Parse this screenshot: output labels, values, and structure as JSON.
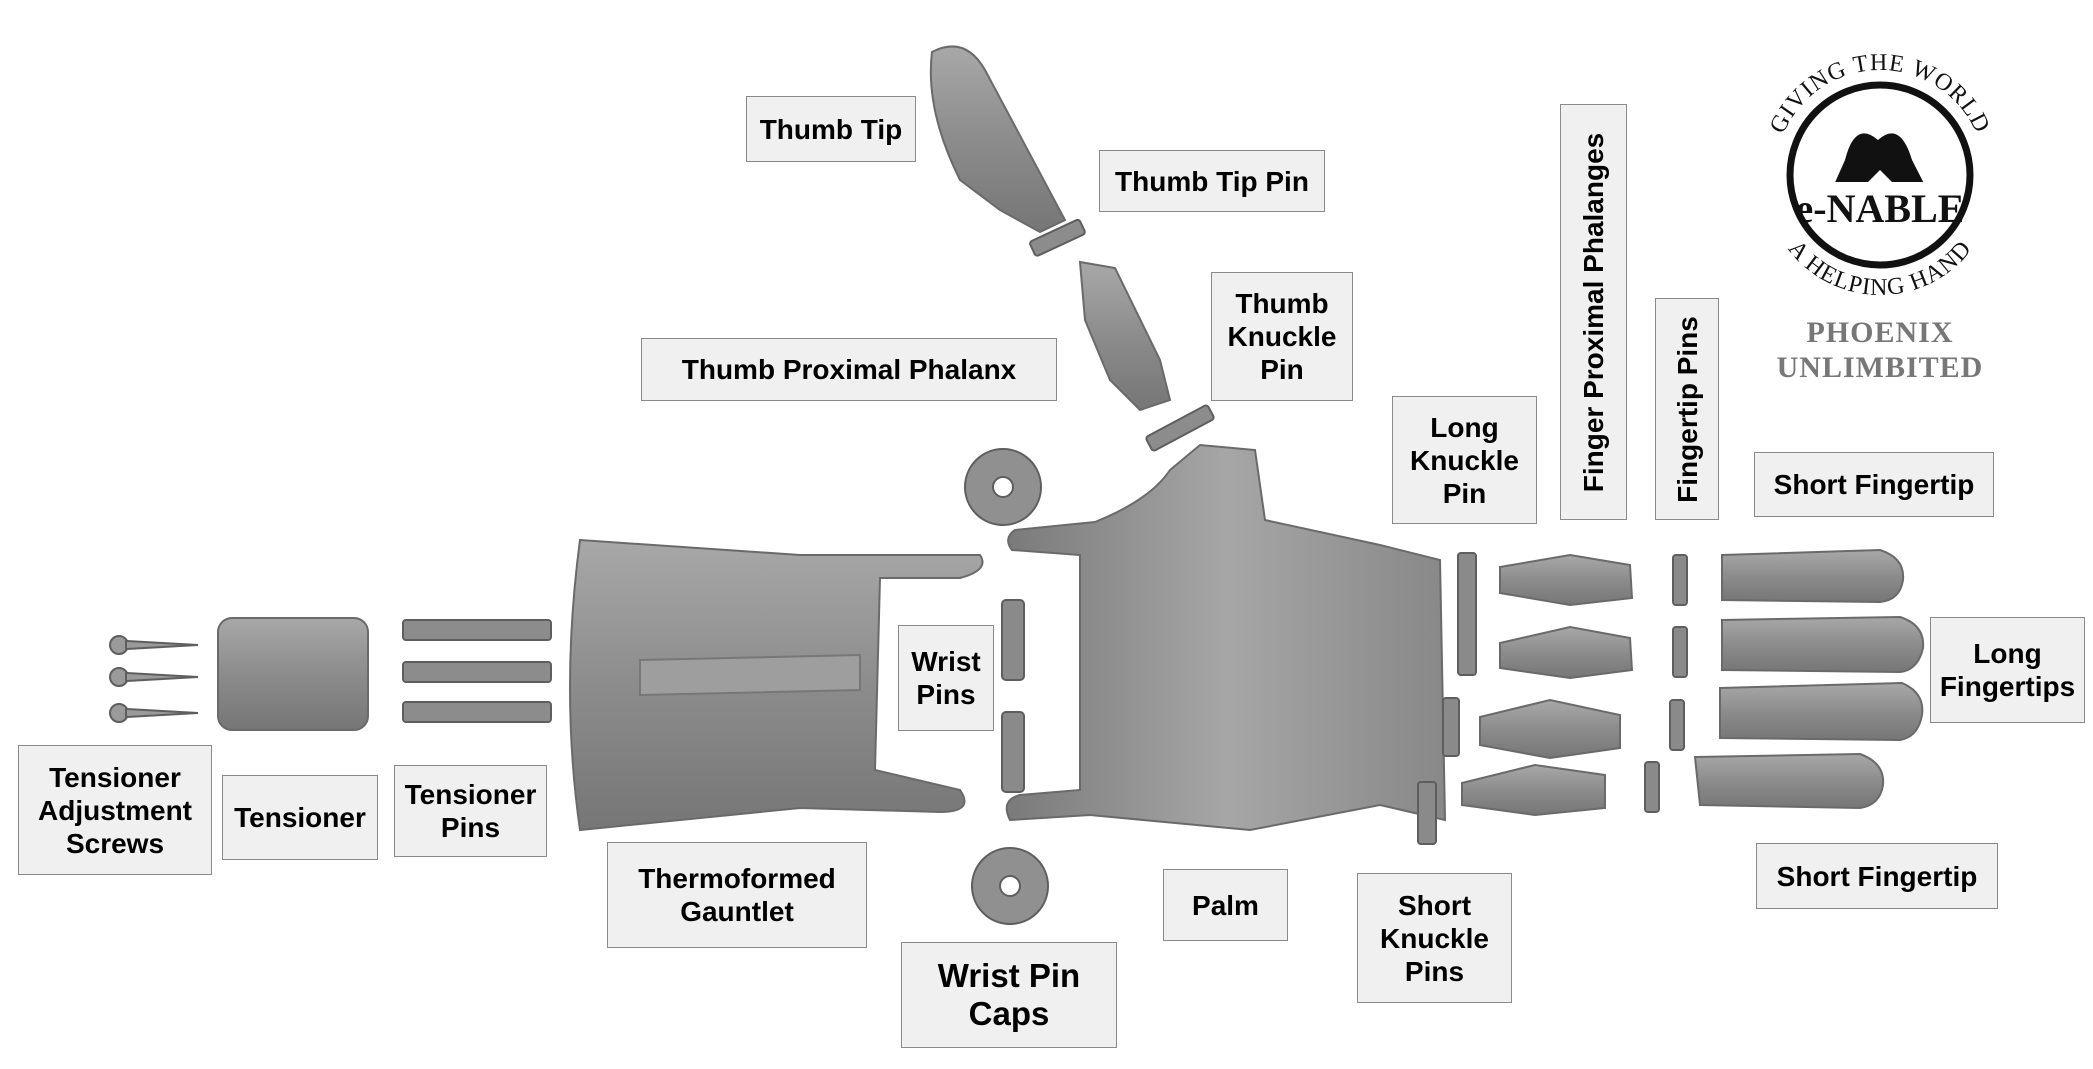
{
  "labels": {
    "thumb_tip": "Thumb Tip",
    "thumb_tip_pin": "Thumb Tip Pin",
    "thumb_knuckle_pin": "Thumb\nKnuckle\nPin",
    "thumb_proximal_phalanx": "Thumb Proximal Phalanx",
    "long_knuckle_pin": "Long\nKnuckle\nPin",
    "finger_proximal_phalanges": "Finger Proximal Phalanges",
    "fingertip_pins": "Fingertip Pins",
    "short_fingertip_top": "Short Fingertip",
    "long_fingertips": "Long\nFingertips",
    "short_fingertip_bottom": "Short Fingertip",
    "wrist_pins": "Wrist\nPins",
    "tensioner_adjustment_screws": "Tensioner\nAdjustment\nScrews",
    "tensioner": "Tensioner",
    "tensioner_pins": "Tensioner\nPins",
    "thermoformed_gauntlet": "Thermoformed\nGauntlet",
    "palm": "Palm",
    "wrist_pin_caps": "Wrist Pin\nCaps",
    "short_knuckle_pins": "Short\nKnuckle\nPins"
  },
  "logo": {
    "arc_top": "GIVING THE WORLD",
    "arc_bottom": "A HELPING HAND",
    "brand": "e-NABLE",
    "line1": "PHOENIX",
    "line2": "UNLIMBITED"
  },
  "colors": {
    "part_fill": "#8e8e8e",
    "part_dark": "#5e5e5e",
    "part_light": "#b4b4b4",
    "label_bg": "#f0f0f0",
    "label_border": "#8a8a8a",
    "logo_text": "#777777"
  }
}
